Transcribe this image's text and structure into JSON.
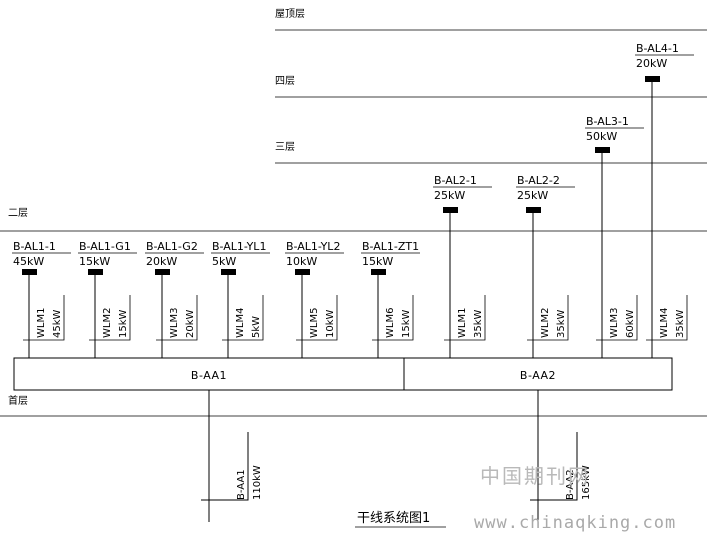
{
  "floors": {
    "roof": "屋顶层",
    "f4": "四层",
    "f3": "三层",
    "f2": "二层",
    "f1": "首层"
  },
  "cabinets": {
    "aa1": "B-AA1",
    "aa2": "B-AA2"
  },
  "panels": [
    {
      "name": "B-AL1-1",
      "power": "45kW"
    },
    {
      "name": "B-AL1-G1",
      "power": "15kW"
    },
    {
      "name": "B-AL1-G2",
      "power": "20kW"
    },
    {
      "name": "B-AL1-YL1",
      "power": "5kW"
    },
    {
      "name": "B-AL1-YL2",
      "power": "10kW"
    },
    {
      "name": "B-AL1-ZT1",
      "power": "15kW"
    },
    {
      "name": "B-AL2-1",
      "power": "25kW"
    },
    {
      "name": "B-AL2-2",
      "power": "25kW"
    },
    {
      "name": "B-AL3-1",
      "power": "50kW"
    },
    {
      "name": "B-AL4-1",
      "power": "20kW"
    }
  ],
  "feeders": [
    {
      "name": "WLM1",
      "power": "45kW"
    },
    {
      "name": "WLM2",
      "power": "15kW"
    },
    {
      "name": "WLM3",
      "power": "20kW"
    },
    {
      "name": "WLM4",
      "power": "5kW"
    },
    {
      "name": "WLM5",
      "power": "10kW"
    },
    {
      "name": "WLM6",
      "power": "15kW"
    },
    {
      "name": "WLM1",
      "power": "35kW"
    },
    {
      "name": "WLM2",
      "power": "35kW"
    },
    {
      "name": "WLM3",
      "power": "60kW"
    },
    {
      "name": "WLM4",
      "power": "35kW"
    }
  ],
  "incoming": [
    {
      "name": "B-AA1",
      "power": "110kW"
    },
    {
      "name": "B-AA2",
      "power": "165kW"
    }
  ],
  "title": "干线系统图1",
  "watermark": {
    "cn": "中国期刊网",
    "url": "www.chinaqking.com"
  }
}
